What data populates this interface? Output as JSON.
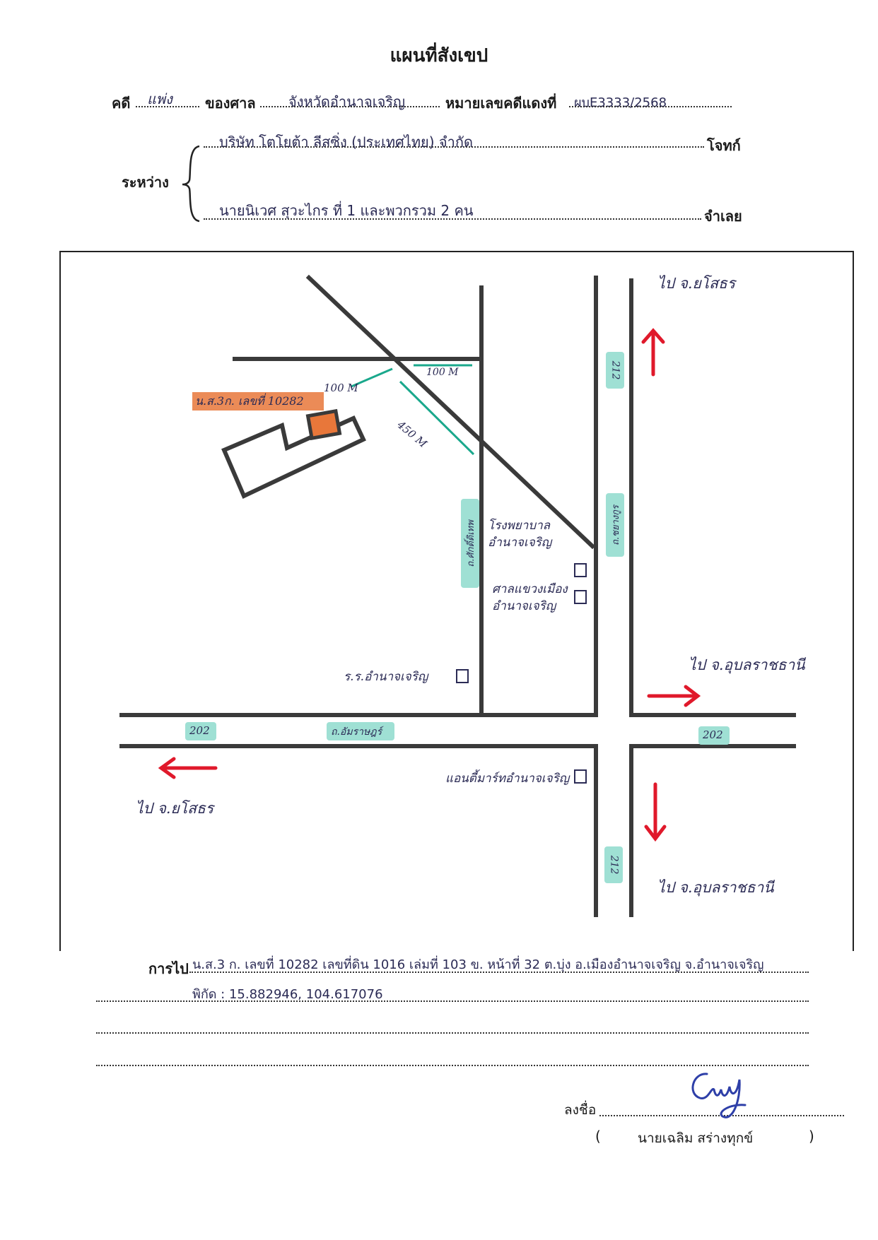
{
  "header": {
    "title": "แผนที่สังเขป",
    "case_label": "คดี",
    "case_value": "แพ่ง",
    "court_label": "ของศาล",
    "court_value": "จังหวัดอำนาจเจริญ",
    "case_no_label": "หมายเลขคดีแดงที่",
    "case_no_value": "ผบE3333/2568"
  },
  "parties": {
    "between_label": "ระหว่าง",
    "plaintiff_value": "บริษัท โตโยต้า ลีสซิ่ง (ประเทศไทย) จำกัด",
    "plaintiff_label": "โจทก์",
    "defendant_value": "นายนิเวศ สุวะไกร ที่ 1 และพวกรวม 2 คน",
    "defendant_label": "จำเลย"
  },
  "map": {
    "parcel_label": "น.ส.3ก. เลขที่ 10282",
    "dist_top": "100 M",
    "dist_right": "100 M",
    "dist_diag": "450 M",
    "road_vertical_mid": "ถ.ศักดิ์ดิเทพ",
    "road_vertical_right": "ถ.ชยางกูร",
    "road_horizontal": "ถ.อัมราษฎร์",
    "route_212_top": "212",
    "route_212_bottom": "212",
    "route_202_left": "202",
    "route_202_right": "202",
    "landmark_hospital": "โรงพยาบาลอำนาจเจริญ",
    "landmark_court": "ศาลแขวงเมืองอำนาจเจริญ",
    "landmark_school": "ร.ร.อำนาจเจริญ",
    "landmark_market": "แอนตี้มาร์ทอำนาจเจริญ",
    "to_yasothon_top": "ไป จ.ยโสธร",
    "to_ubon_right": "ไป จ.อุบลราชธานี",
    "to_yasothon_left": "ไป จ.ยโสธร",
    "to_ubon_bottom": "ไป จ.อุบลราชธานี",
    "colors": {
      "road": "#3a3a3a",
      "arrow": "#e0192b",
      "measure": "#1aa88c",
      "parcel": "#e8773a",
      "label_bg": "#9fe0d4",
      "ink": "#2b2b55"
    }
  },
  "footer": {
    "route_label": "การไป",
    "route_line1": "น.ส.3 ก. เลขที่ 10282 เลขที่ดิน 1016 เล่มที่ 103 ข. หน้าที่ 32 ต.บุ่ง อ.เมืองอำนาจเจริญ จ.อำนาจเจริญ",
    "route_line2": "พิกัด : 15.882946, 104.617076",
    "sign_label": "ลงชื่อ",
    "signer_open": "(",
    "signer_name": "นายเฉลิม สร่างทุกข์",
    "signer_close": ")"
  }
}
